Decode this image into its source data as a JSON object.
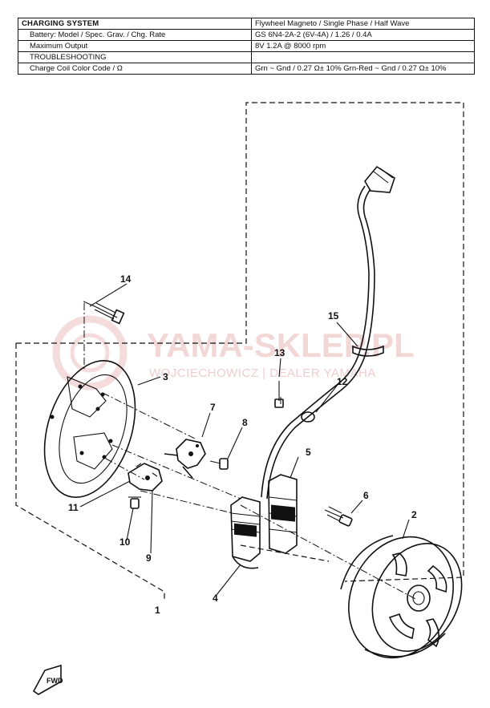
{
  "spec_table": {
    "rows": [
      {
        "label": "CHARGING SYSTEM",
        "value": "Flywheel Magneto / Single Phase / Half Wave",
        "header": true
      },
      {
        "label": "Battery: Model / Spec. Grav. / Chg. Rate",
        "value": "GS 6N4-2A-2 (6V-4A) / 1.26 / 0.4A",
        "header": false
      },
      {
        "label": "Maximum Output",
        "value": "8V 1.2A @ 8000 rpm",
        "header": false
      },
      {
        "label": "TROUBLESHOOTING",
        "value": "",
        "header": false
      },
      {
        "label": "Charge Coil Color Code / Ω",
        "value": "Grn ~ Gnd / 0.27 Ω± 10%   Grn-Red ~ Gnd / 0.27 Ω± 10%",
        "header": false
      }
    ]
  },
  "watermark": {
    "brand": "YAMA-SKLEP.PL",
    "dealer": "WOJCIECHOWICZ | DEALER YAMAHA"
  },
  "callouts": [
    "1",
    "2",
    "3",
    "4",
    "5",
    "6",
    "7",
    "8",
    "9",
    "10",
    "11",
    "12",
    "13",
    "14",
    "15"
  ],
  "fwd_mark": "FWD"
}
